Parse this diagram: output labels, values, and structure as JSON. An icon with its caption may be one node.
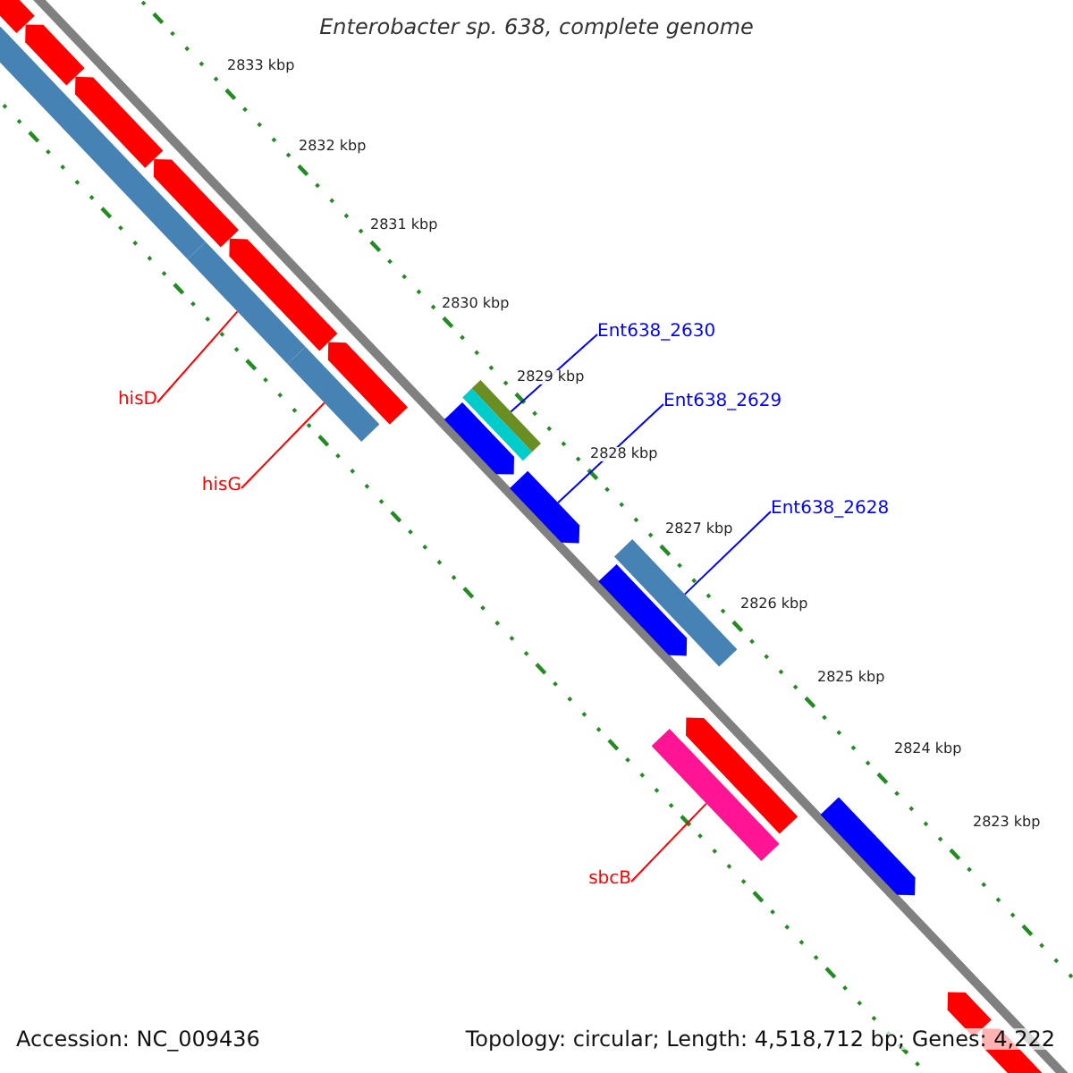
{
  "diagram": {
    "title": "Enterobacter sp. 638, complete genome",
    "nodes": [
      {
        "text": [
          "Ent638_2630"
        ]
      },
      {
        "text": [
          "Ent638_2629"
        ]
      },
      {
        "text": [
          "hisD"
        ]
      },
      {
        "text": [
          "hisG"
        ]
      },
      {
        "text": [
          "Ent638_2628"
        ]
      },
      {
        "text": [
          "sbcB"
        ]
      },
      {
        "text": [],
        "shape": "bar"
      },
      {
        "text": [],
        "shape": "bar"
      },
      {
        "text": [],
        "shape": "bar"
      },
      {
        "text": [],
        "shape": "bar"
      },
      {
        "text": [],
        "shape": "bar"
      },
      {
        "text": [],
        "shape": "bar"
      }
    ],
    "edges": [
      {
        "from": 2,
        "to": 6,
        "arrow": "none",
        "color": "#ff0000"
      },
      {
        "from": 3,
        "to": 7,
        "arrow": "none",
        "color": "#ff0000"
      },
      {
        "from": 0,
        "to": 8,
        "arrow": "none",
        "color": "#0000ff"
      },
      {
        "from": 1,
        "to": 9,
        "arrow": "none",
        "color": "#0000ff"
      },
      {
        "from": 4,
        "to": 10,
        "arrow": "none",
        "color": "#0000ff"
      },
      {
        "from": 5,
        "to": 11,
        "arrow": "none",
        "color": "#ff0000"
      }
    ],
    "labels": [
      "2833 kbp",
      "2832 kbp",
      "2831 kbp",
      "2830 kbp",
      "2829 kbp",
      "2828 kbp",
      "2827 kbp",
      "2826 kbp",
      "2825 kbp",
      "2824 kbp",
      "2823 kbp",
      "Accession: NC_009436",
      "Topology: circular; Length: 4,518,712 bp; Genes: 4,222"
    ]
  }
}
